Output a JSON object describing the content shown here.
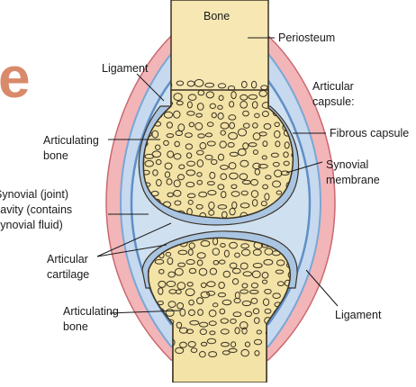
{
  "colors": {
    "bone_shaft": "#f6e7b3",
    "spongy_bone": "#f3e3a6",
    "spongy_hole_stroke": "#3b3225",
    "cartilage": "#a9c5e2",
    "cavity": "#cfe1f1",
    "capsule_pink": "#f2b5b8",
    "capsule_outline": "#c9686f",
    "synovial_membrane": "#7aa7d6",
    "brand_e": "#d98a6a"
  },
  "fragment": {
    "letter": "e"
  },
  "labels": {
    "bone": "Bone",
    "periosteum": "Periosteum",
    "ligament_top": "Ligament",
    "articular_capsule": [
      "Articular",
      "capsule:"
    ],
    "fibrous_capsule": "Fibrous capsule",
    "synovial_membrane": [
      "Synovial",
      "membrane"
    ],
    "articulating_bone_top": [
      "Articulating",
      "bone"
    ],
    "synovial_cavity": [
      "Synovial (joint)",
      "cavity (contains",
      "synovial fluid)"
    ],
    "articular_cartilage": [
      "Articular",
      "cartilage"
    ],
    "articulating_bone_bottom": [
      "Articulating",
      "bone"
    ],
    "ligament_bottom": "Ligament"
  }
}
